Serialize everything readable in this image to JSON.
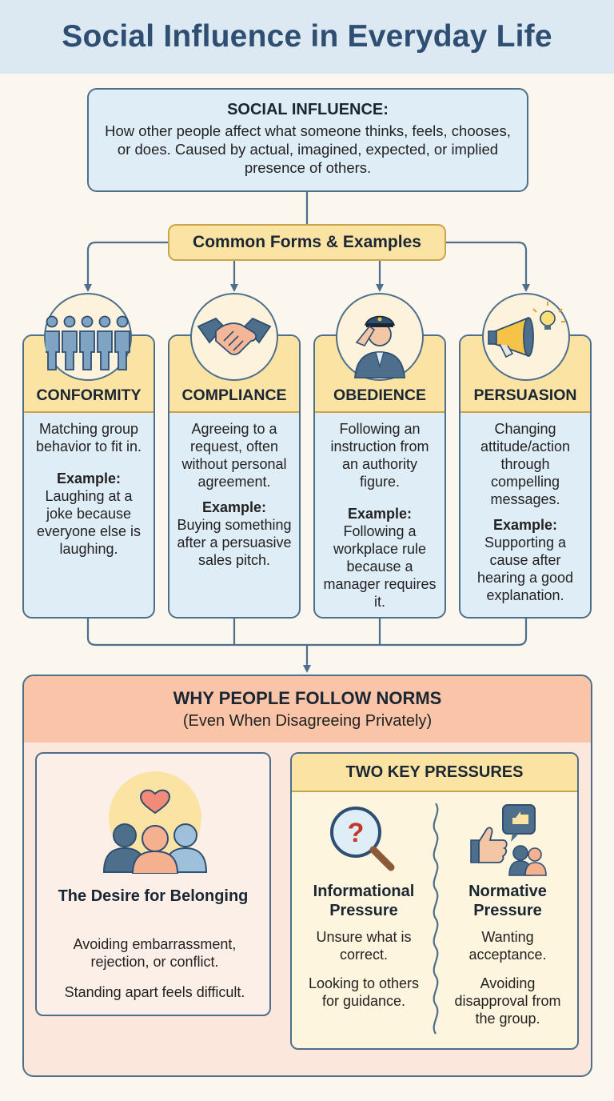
{
  "title": "Social Influence in Everyday Life",
  "definition": {
    "heading": "SOCIAL INFLUENCE:",
    "text": "How other people affect what someone thinks, feels, chooses, or does. Caused by actual, imagined, expected, or implied presence of others."
  },
  "forms_label": "Common Forms & Examples",
  "cards": [
    {
      "title": "CONFORMITY",
      "icon": "people-group-icon",
      "description": "Matching group behavior to fit in.",
      "example_label": "Example:",
      "example": "Laughing at a joke because everyone else is laughing."
    },
    {
      "title": "COMPLIANCE",
      "icon": "handshake-icon",
      "description": "Agreeing to a request, often without personal agreement.",
      "example_label": "Example:",
      "example": "Buying something after a persuasive sales pitch."
    },
    {
      "title": "OBEDIENCE",
      "icon": "saluting-officer-icon",
      "description": "Following an instruction from an authority figure.",
      "example_label": "Example:",
      "example": "Following a workplace rule because a manager requires it."
    },
    {
      "title": "PERSUASION",
      "icon": "megaphone-lightbulb-icon",
      "description": "Changing attitude/action through compelling messages.",
      "example_label": "Example:",
      "example": "Supporting a cause after hearing a good explanation."
    }
  ],
  "why": {
    "title": "WHY PEOPLE FOLLOW NORMS",
    "subtitle": "(Even When Disagreeing Privately)"
  },
  "belonging": {
    "icon": "group-heart-icon",
    "title": "The Desire for Belonging",
    "text1": "Avoiding embarrassment, rejection, or conflict.",
    "text2": "Standing apart feels difficult."
  },
  "pressures": {
    "heading": "TWO KEY PRESSURES",
    "items": [
      {
        "icon": "magnifier-question-icon",
        "title": "Informational Pressure",
        "text1": "Unsure what is correct.",
        "text2": "Looking to others for guidance."
      },
      {
        "icon": "thumbs-up-group-icon",
        "title": "Normative Pressure",
        "text1": "Wanting acceptance.",
        "text2": "Avoiding disapproval from the group."
      }
    ]
  },
  "colors": {
    "title_band": "#dce9f2",
    "title_text": "#2e4e72",
    "card_fill": "#dfedf6",
    "accent_yellow": "#fbe3a4",
    "why_header": "#f9c4a7",
    "outline": "#4e6f8c"
  }
}
